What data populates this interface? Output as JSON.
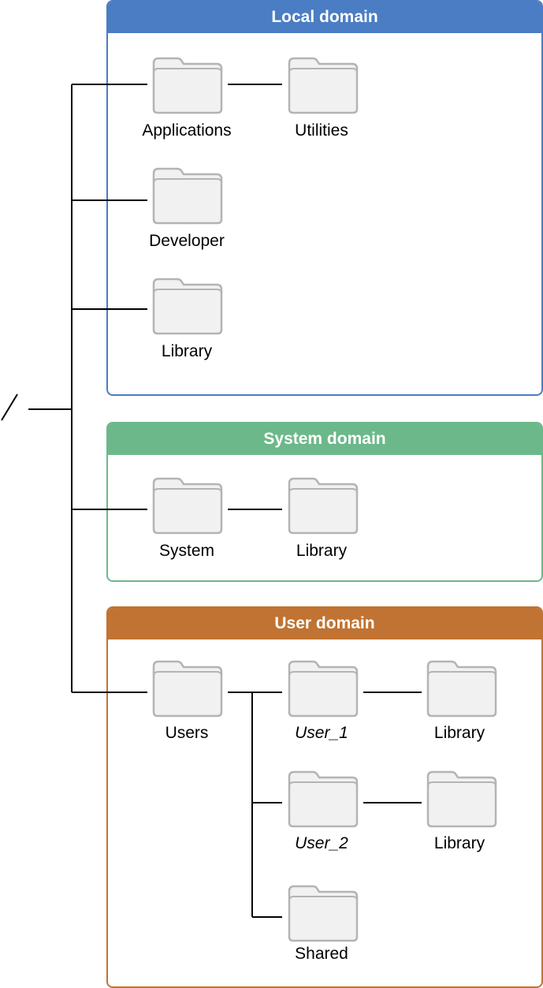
{
  "root": {
    "label": "/"
  },
  "domains": {
    "local": {
      "title": "Local domain",
      "folders": {
        "applications": "Applications",
        "utilities": "Utilities",
        "developer": "Developer",
        "library": "Library"
      }
    },
    "system": {
      "title": "System domain",
      "folders": {
        "system": "System",
        "library": "Library"
      }
    },
    "user": {
      "title": "User domain",
      "folders": {
        "users": "Users",
        "user_1": "User_1",
        "user_1_library": "Library",
        "user_2": "User_2",
        "user_2_library": "Library",
        "shared": "Shared"
      }
    }
  },
  "colors": {
    "local": "#4a7dc3",
    "system": "#6cb88a",
    "user": "#c07332",
    "folder_fill": "#f1f1f1",
    "folder_stroke": "#b4b4b4",
    "connector": "#000000"
  },
  "icons": {
    "folder": "folder-icon"
  }
}
